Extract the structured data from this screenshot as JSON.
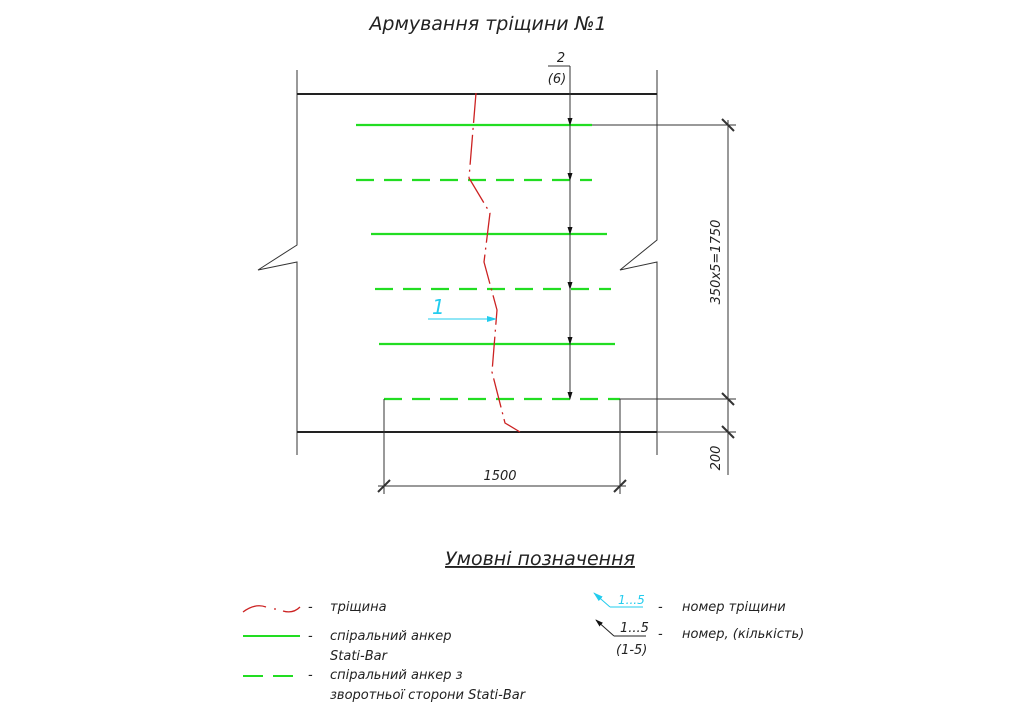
{
  "title": "Армування тріщини №1",
  "leader": {
    "number": "2",
    "quantity": "(6)"
  },
  "crack_label": "1",
  "dimensions": {
    "vertical": "350x5=1750",
    "edge": "200",
    "horizontal": "1500"
  },
  "legend": {
    "title": "Умовні позначення",
    "items": [
      {
        "symbol": "crack-line",
        "label": "тріщина"
      },
      {
        "symbol": "solid-green",
        "label_line1": "спіральний анкер",
        "label_line2": "Stati-Bar"
      },
      {
        "symbol": "dashed-green",
        "label_line1": "спіральний анкер з",
        "label_line2": "зворотньої сторони Stati-Bar"
      }
    ],
    "crack_number": {
      "sample": "1...5",
      "label": "номер тріщини"
    },
    "number_qty": {
      "sample": "1...5",
      "sample_qty": "(1-5)",
      "label": "номер, (кількість)"
    }
  },
  "colors": {
    "anchor": "#22dd22",
    "crack": "#cc2222",
    "label": "#22ccee",
    "line": "#222222"
  }
}
